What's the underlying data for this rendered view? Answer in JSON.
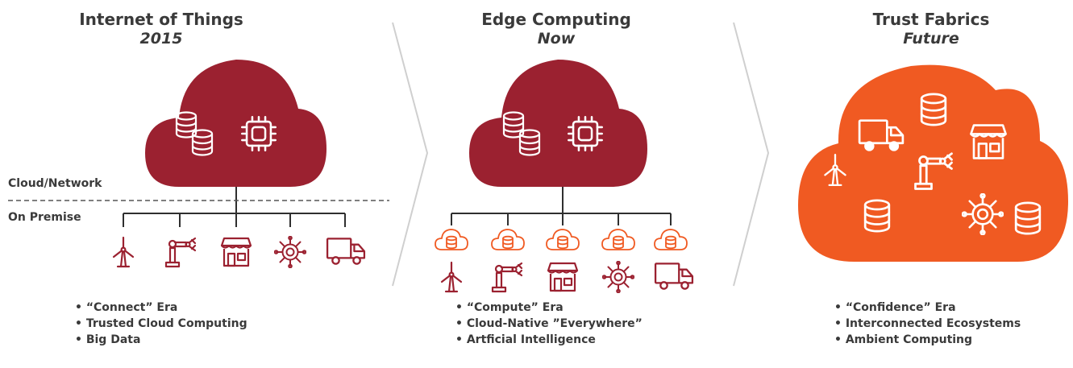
{
  "panels": [
    {
      "title": "Internet of Things",
      "era": "2015",
      "bullets": [
        "“Connect” Era",
        "Trusted Cloud Computing",
        "Big Data"
      ]
    },
    {
      "title": "Edge Computing",
      "era": "Now",
      "bullets": [
        "“Compute” Era",
        "Cloud-Native ”Everywhere”",
        "Artficial Intelligence"
      ]
    },
    {
      "title": "Trust Fabrics",
      "era": "Future",
      "bullets": [
        "“Confidence” Era",
        "Interconnected Ecosystems",
        "Ambient Computing"
      ]
    }
  ],
  "labels": {
    "cloud_network": "Cloud/Network",
    "on_premise": "On Premise"
  },
  "colors": {
    "maroon": "#9b2130",
    "orange": "#f05a22",
    "text": "#3a3a3a",
    "divider": "#cfcfcf"
  },
  "icons": {
    "cloud_contents": [
      "database-icon",
      "chip-icon"
    ],
    "devices": [
      "wind-turbine-icon",
      "robot-arm-icon",
      "storefront-icon",
      "gear-network-icon",
      "truck-icon"
    ],
    "edge_nodes": [
      "cloud-database-icon"
    ],
    "future_cloud": [
      "database-icon",
      "truck-icon",
      "storefront-icon",
      "wind-turbine-icon",
      "robot-arm-icon",
      "gear-network-icon"
    ]
  }
}
